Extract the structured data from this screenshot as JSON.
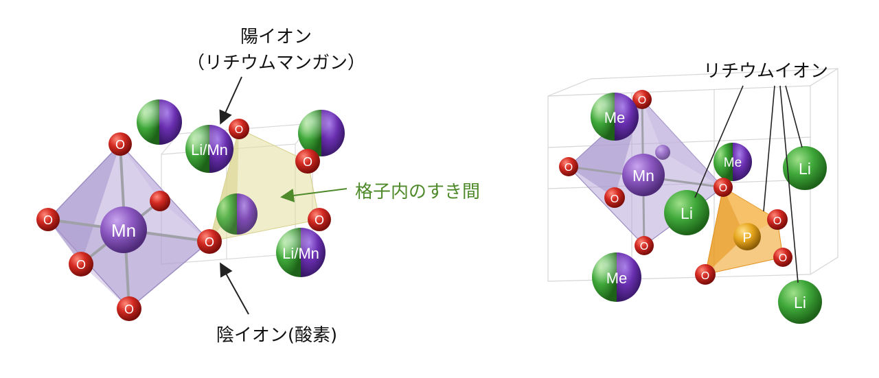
{
  "left_diagram": {
    "callouts": {
      "cation_line1": "陽イオン",
      "cation_line2": "（リチウムマンガン）",
      "interstitial": "格子内のすき間",
      "anion": "陰イオン(酸素)"
    },
    "atom_labels": {
      "mn": "Mn",
      "o": "O",
      "li_mn": "Li/Mn"
    }
  },
  "right_diagram": {
    "callouts": {
      "lithium_ion": "リチウムイオン"
    },
    "atom_labels": {
      "me": "Me",
      "mn": "Mn",
      "li": "Li",
      "o": "O",
      "p": "P"
    }
  },
  "colors": {
    "oxygen": "#cc1f1f",
    "manganese": "#8a5bb8",
    "lithium": "#3aa636",
    "metal_split_purple": "#6a2fb0",
    "phosphorus": "#e6a51c",
    "octahedron": "#b8a8d8",
    "tetra_yellow": "#e4dfa0",
    "tetra_orange": "#f0a630",
    "interstitial_label": "#4e8a2a"
  }
}
